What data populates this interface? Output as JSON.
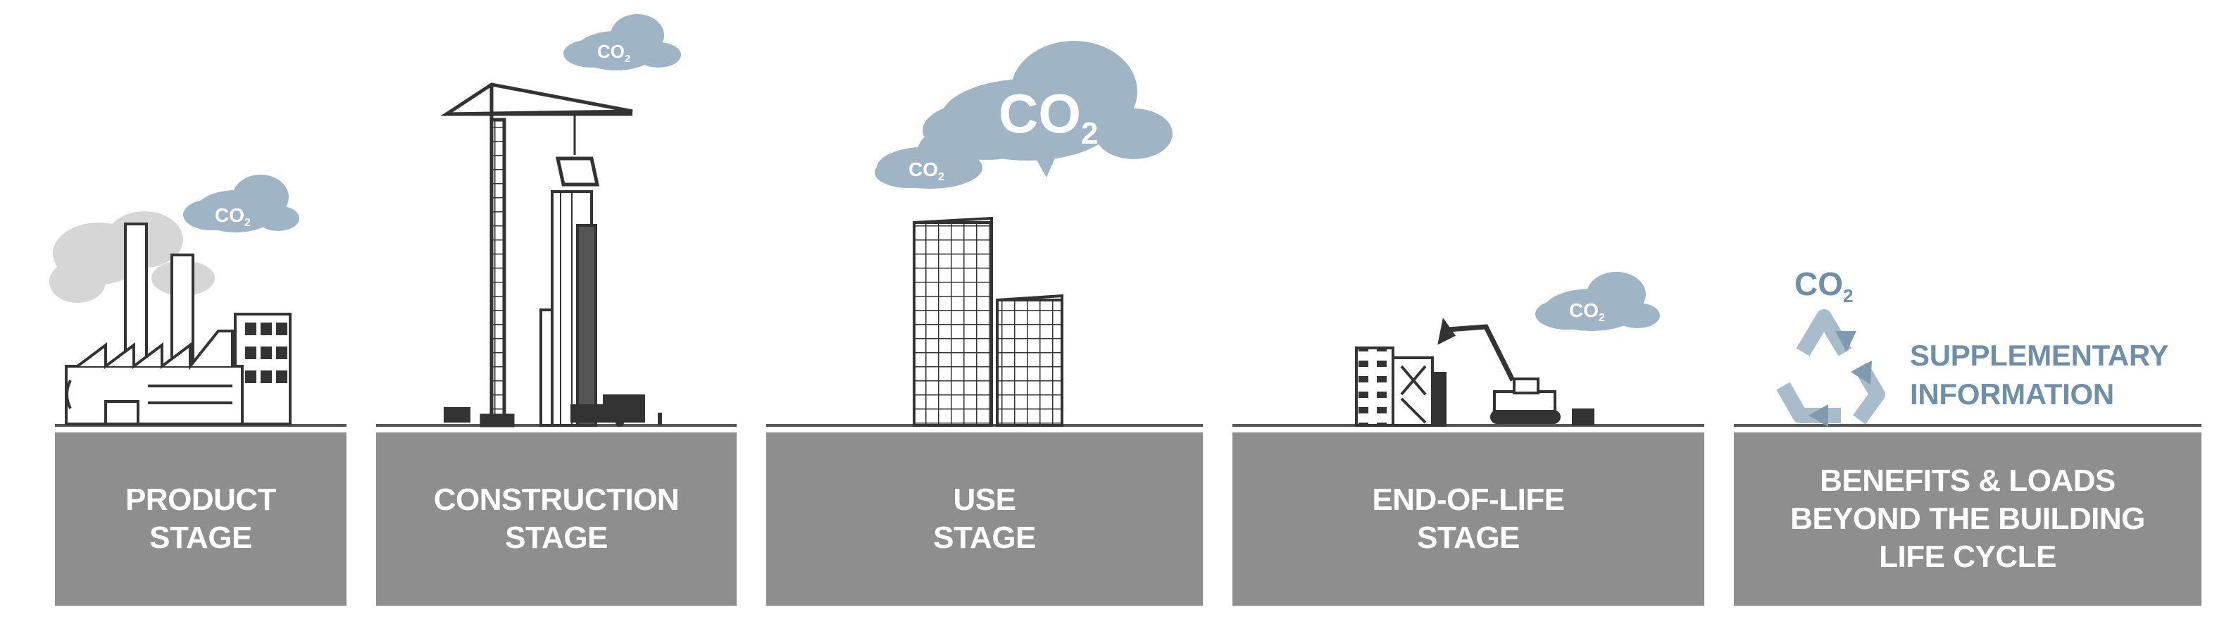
{
  "co2_main": "CO",
  "co2_sub": "2",
  "stages": [
    {
      "lines": [
        "PRODUCT",
        "STAGE"
      ]
    },
    {
      "lines": [
        "CONSTRUCTION",
        "STAGE"
      ]
    },
    {
      "lines": [
        "USE",
        "STAGE"
      ]
    },
    {
      "lines": [
        "END-OF-LIFE",
        "STAGE"
      ]
    },
    {
      "lines": [
        "BENEFITS & LOADS",
        "BEYOND THE BUILDING",
        "LIFE CYCLE"
      ]
    }
  ],
  "supplementary": {
    "line1": "SUPPLEMENTARY",
    "line2": "INFORMATION"
  },
  "colors": {
    "box": "#8e8e8e",
    "cloud": "#9fb5c6",
    "accent_text": "#6f8fa8",
    "line_art": "#333333",
    "smoke": "#d6d6d6"
  },
  "icons": [
    "factory-icon",
    "crane-icon",
    "tower-icon",
    "buildings-icon",
    "excavator-icon",
    "recycle-icon",
    "cloud-icon"
  ]
}
